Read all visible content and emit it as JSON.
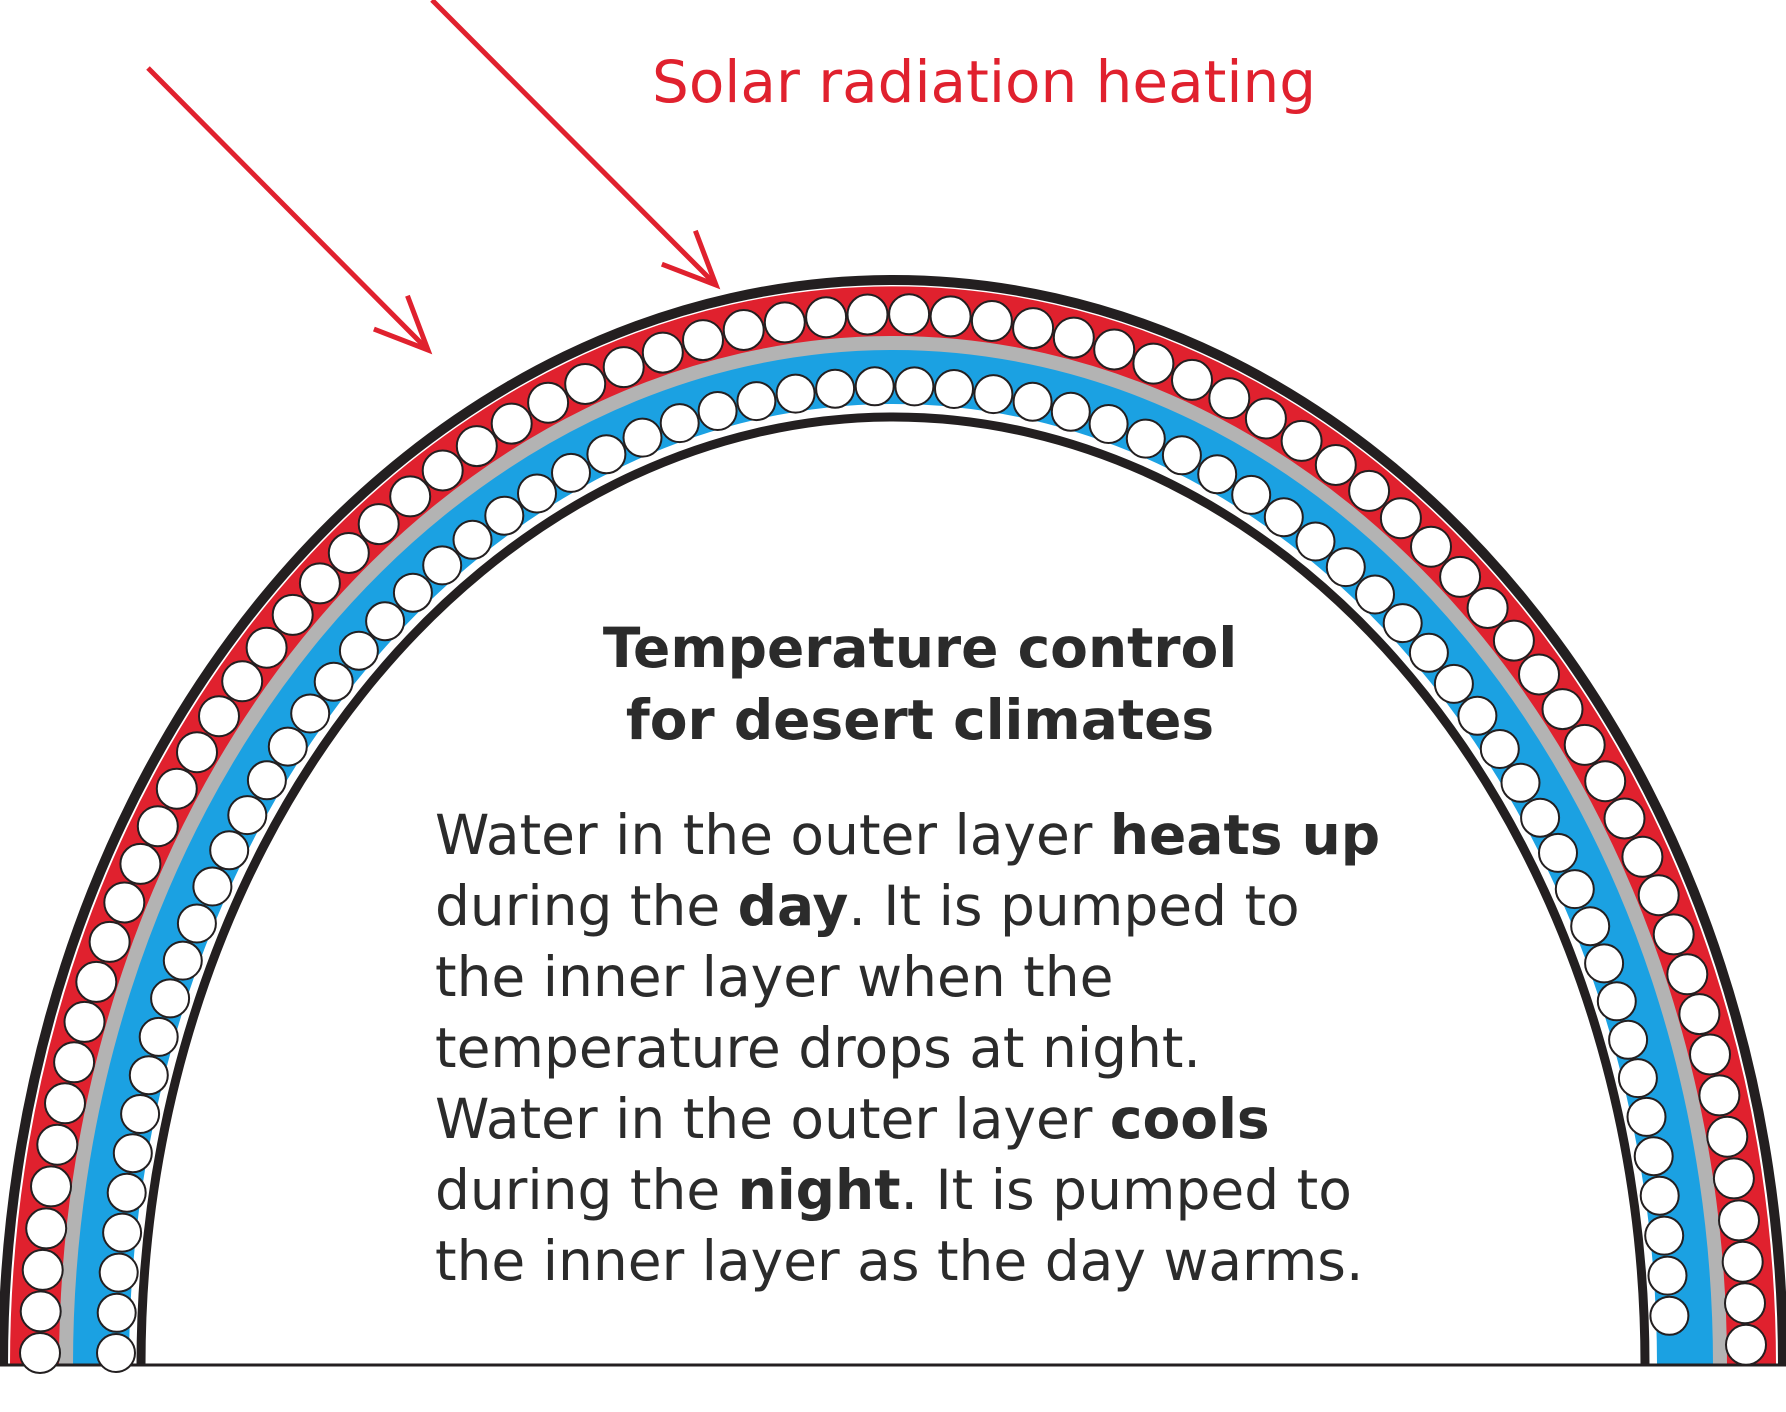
{
  "solar_label": "Solar radiation heating",
  "title": [
    "Temperature control",
    "for desert climates"
  ],
  "description": [
    [
      {
        "t": "Water in the outer layer "
      },
      {
        "t": "heats up",
        "b": true
      }
    ],
    [
      {
        "t": "during the "
      },
      {
        "t": "day",
        "b": true
      },
      {
        "t": ". It is pumped to"
      }
    ],
    [
      {
        "t": "the inner layer when the"
      }
    ],
    [
      {
        "t": "temperature drops at night."
      }
    ],
    [
      {
        "t": "Water in the outer layer "
      },
      {
        "t": "cools",
        "b": true
      }
    ],
    [
      {
        "t": "during the "
      },
      {
        "t": "night",
        "b": true
      },
      {
        "t": ". It is pumped to"
      }
    ],
    [
      {
        "t": "the inner layer as the day warms."
      }
    ]
  ],
  "colors": {
    "outer_layer": "#e0212e",
    "inner_layer": "#1ba1e2",
    "separator": "#b3b3b3",
    "outline": "#231f20",
    "arrow": "#e0212e",
    "text": "#2b2b2b"
  }
}
